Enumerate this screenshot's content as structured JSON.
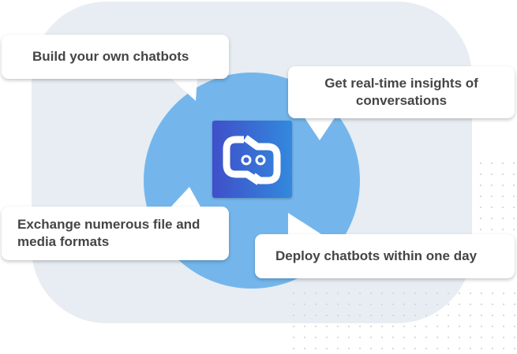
{
  "bubbles": [
    {
      "text": "Build your own chatbots"
    },
    {
      "text": "Get real-time insights of conversations"
    },
    {
      "text": "Exchange numerous file and media formats"
    },
    {
      "text": "Deploy chatbots within one day"
    }
  ],
  "colors": {
    "circle": "#74b6ec",
    "panel": "#e7edf2",
    "logo_start": "#3f4fc9",
    "logo_end": "#3389dd"
  },
  "logo": {
    "icon": "chatbot-robot-icon"
  }
}
